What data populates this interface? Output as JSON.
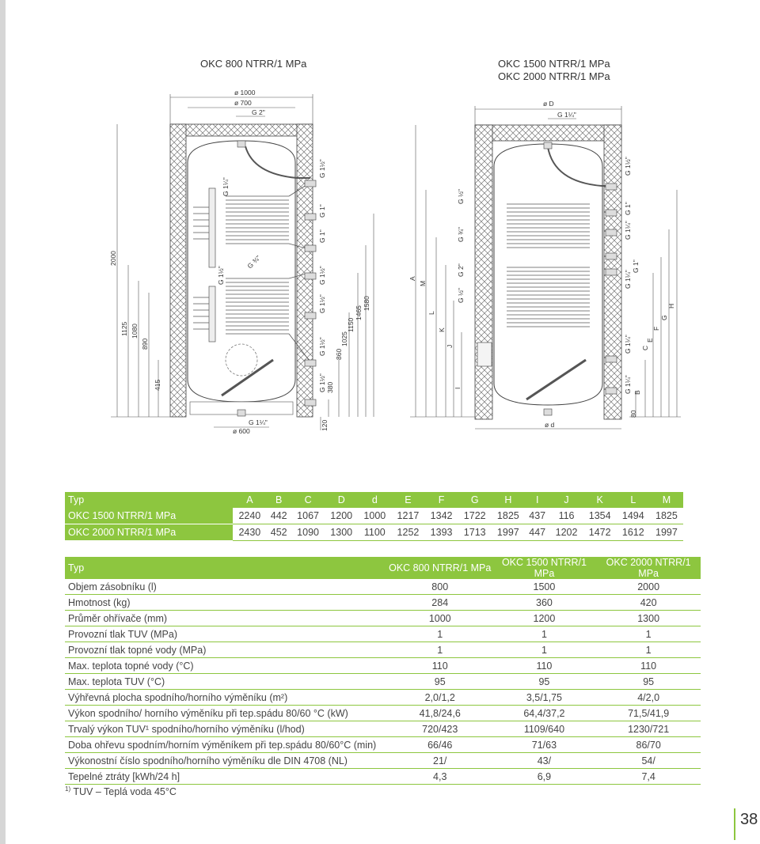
{
  "drawings": {
    "left_title": "OKC 800 NTRR/1 MPa",
    "right_title_1": "OKC 1500 NTRR/1 MPa",
    "right_title_2": "OKC 2000 NTRR/1 MPa",
    "left": {
      "dia_outer": "ø 1000",
      "dia_inner": "ø 700",
      "top_thread": "G 2\"",
      "bottom_thread": "G 1¼\"",
      "bottom_dia": "ø 600",
      "height_total": "2000",
      "h1125": "1125",
      "h1080": "1080",
      "h890": "890",
      "h415": "415",
      "h120": "120",
      "h380": "380",
      "h860": "860",
      "h1025": "1025",
      "h1150": "1150",
      "h1465": "1465",
      "h1580": "1580",
      "g_a": "G 1¼\"",
      "g_b": "G 1½\"",
      "g_c": "G ¾\"",
      "g_d": "G 1½\"",
      "g_e": "G 1\"",
      "g_f": "G 1\"",
      "g_g": "G 1½\"",
      "g_h": "G 1½\"",
      "g_i": "G 1½\"",
      "g_j": "G 1½\""
    },
    "right": {
      "dia_top": "ø D",
      "top_thread": "G 1¼\"",
      "bottom_dia": "ø d",
      "h80": "80",
      "letters": [
        "A",
        "M",
        "L",
        "K",
        "J",
        "I",
        "B",
        "C",
        "E",
        "F",
        "G",
        "H"
      ],
      "g_left_1": "G ½\"",
      "g_left_2": "G ¾\"",
      "g_left_3": "G 2\"",
      "g_left_4": "G ½\"",
      "g_r1": "G 1½\"",
      "g_r2": "G 1\"",
      "g_r3": "G 1¼\"",
      "g_r4": "G 1¼\"",
      "g_r5": "G 1\"",
      "g_r6": "G 1¼\"",
      "g_r7": "G 1¼\""
    }
  },
  "dimensions_table": {
    "headers": [
      "Typ",
      "A",
      "B",
      "C",
      "D",
      "d",
      "E",
      "F",
      "G",
      "H",
      "I",
      "J",
      "K",
      "L",
      "M"
    ],
    "rows": [
      [
        "OKC 1500 NTRR/1 MPa",
        "2240",
        "442",
        "1067",
        "1200",
        "1000",
        "1217",
        "1342",
        "1722",
        "1825",
        "437",
        "116",
        "1354",
        "1494",
        "1825"
      ],
      [
        "OKC 2000  NTRR/1 MPa",
        "2430",
        "452",
        "1090",
        "1300",
        "1100",
        "1252",
        "1393",
        "1713",
        "1997",
        "447",
        "1202",
        "1472",
        "1612",
        "1997"
      ]
    ]
  },
  "params_table": {
    "headers": [
      "Typ",
      "OKC 800 NTRR/1 MPa",
      "OKC 1500 NTRR/1 MPa",
      "OKC 2000 NTRR/1 MPa"
    ],
    "rows": [
      [
        "Objem zásobníku (l)",
        "800",
        "1500",
        "2000"
      ],
      [
        "Hmotnost (kg)",
        "284",
        "360",
        "420"
      ],
      [
        "Průměr ohřívače (mm)",
        "1000",
        "1200",
        "1300"
      ],
      [
        "Provozní tlak TUV (MPa)",
        "1",
        "1",
        "1"
      ],
      [
        "Provozní tlak topné vody (MPa)",
        "1",
        "1",
        "1"
      ],
      [
        "Max. teplota topné vody (°C)",
        "110",
        "110",
        "110"
      ],
      [
        "Max. teplota TUV (°C)",
        "95",
        "95",
        "95"
      ],
      [
        "Výhřevná plocha spodního/horního  výměníku (m²)",
        "2,0/1,2",
        "3,5/1,75",
        "4/2,0"
      ],
      [
        "Výkon spodního/ horního výměníku při tep.spádu 80/60 °C (kW)",
        "41,8/24,6",
        "64,4/37,2",
        "71,5/41,9"
      ],
      [
        "Trvalý výkon TUV¹ spodního/horního výměníku (l/hod)",
        "720/423",
        "1109/640",
        "1230/721"
      ],
      [
        "Doba ohřevu spodním/horním výměníkem při tep.spádu 80/60°C (min)",
        "66/46",
        "71/63",
        "86/70"
      ],
      [
        "Výkonostní číslo spodního/horního výměníku dle DIN 4708 (NL)",
        "21/",
        "43/",
        "54/"
      ],
      [
        "Tepelné ztráty [kWh/24 h]",
        "4,3",
        "6,9",
        "7,4"
      ]
    ]
  },
  "footnote_mark": "1)",
  "footnote_text": "TUV – Teplá voda 45°C",
  "page_number": "38",
  "accent_color": "#8dc63f"
}
